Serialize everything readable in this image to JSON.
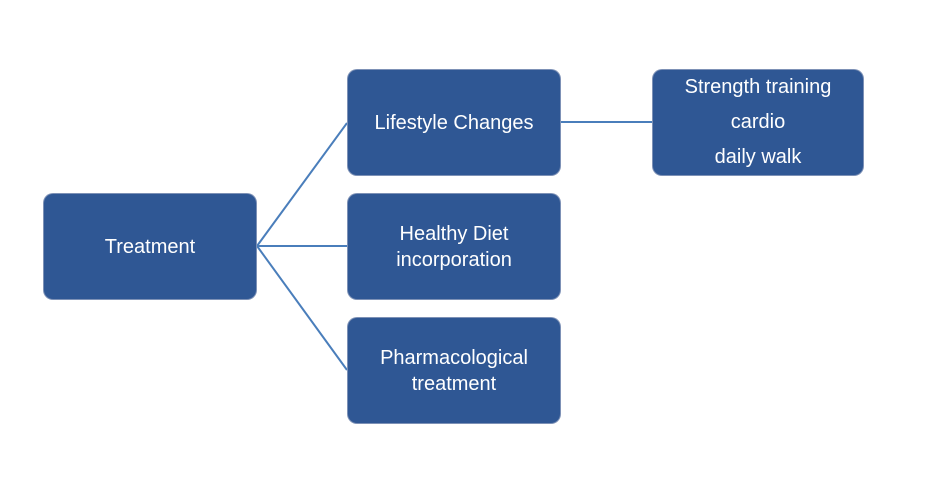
{
  "diagram": {
    "type": "hierarchy",
    "background_color": "#ffffff",
    "node_fill_color": "#2f5794",
    "node_text_color": "#ffffff",
    "connector_color": "#4a7ebb",
    "nodes": {
      "root": {
        "label": "Treatment"
      },
      "lifestyle": {
        "label": "Lifestyle Changes"
      },
      "diet": {
        "label": "Healthy Diet incorporation"
      },
      "pharma": {
        "label": "Pharmacological treatment"
      },
      "exercise": {
        "lines": [
          "Strength training",
          "cardio",
          "daily walk"
        ]
      }
    },
    "connections": [
      {
        "from": "Treatment",
        "to": "Lifestyle Changes"
      },
      {
        "from": "Treatment",
        "to": "Healthy Diet incorporation"
      },
      {
        "from": "Treatment",
        "to": "Pharmacological treatment"
      },
      {
        "from": "Lifestyle Changes",
        "to": "Strength training cardio daily walk"
      }
    ]
  }
}
